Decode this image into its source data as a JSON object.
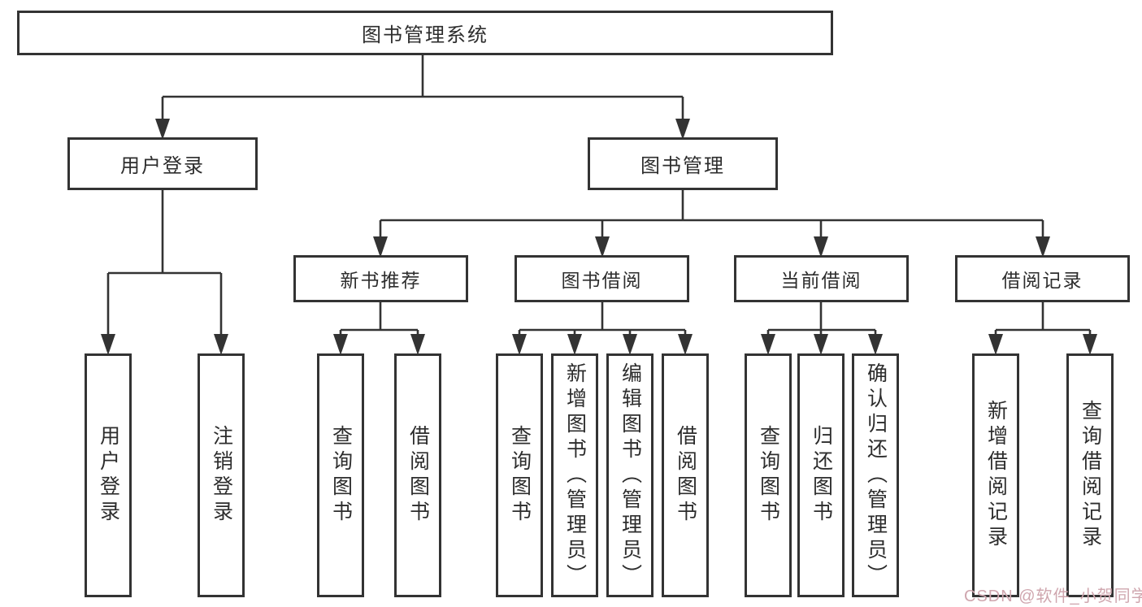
{
  "tree": {
    "label": "图书管理系统",
    "children": [
      {
        "label": "用户登录",
        "children": [
          {
            "label": "用户登录"
          },
          {
            "label": "注销登录"
          }
        ]
      },
      {
        "label": "图书管理",
        "children": [
          {
            "label": "新书推荐",
            "children": [
              {
                "label": "查询图书"
              },
              {
                "label": "借阅图书"
              }
            ]
          },
          {
            "label": "图书借阅",
            "children": [
              {
                "label": "查询图书"
              },
              {
                "label": "新增图书（管理员）"
              },
              {
                "label": "编辑图书（管理员）"
              },
              {
                "label": "借阅图书"
              }
            ]
          },
          {
            "label": "当前借阅",
            "children": [
              {
                "label": "查询图书"
              },
              {
                "label": "归还图书"
              },
              {
                "label": "确认归还（管理员）"
              }
            ]
          },
          {
            "label": "借阅记录",
            "children": [
              {
                "label": "新增借阅记录"
              },
              {
                "label": "查询借阅记录"
              }
            ]
          }
        ]
      }
    ]
  },
  "watermark": {
    "text": "CSDN @软件_小贺同学"
  },
  "colors": {
    "line": "#333333",
    "text": "#2d2d2d",
    "watermark": "#cfa6ae",
    "background": "#ffffff"
  }
}
